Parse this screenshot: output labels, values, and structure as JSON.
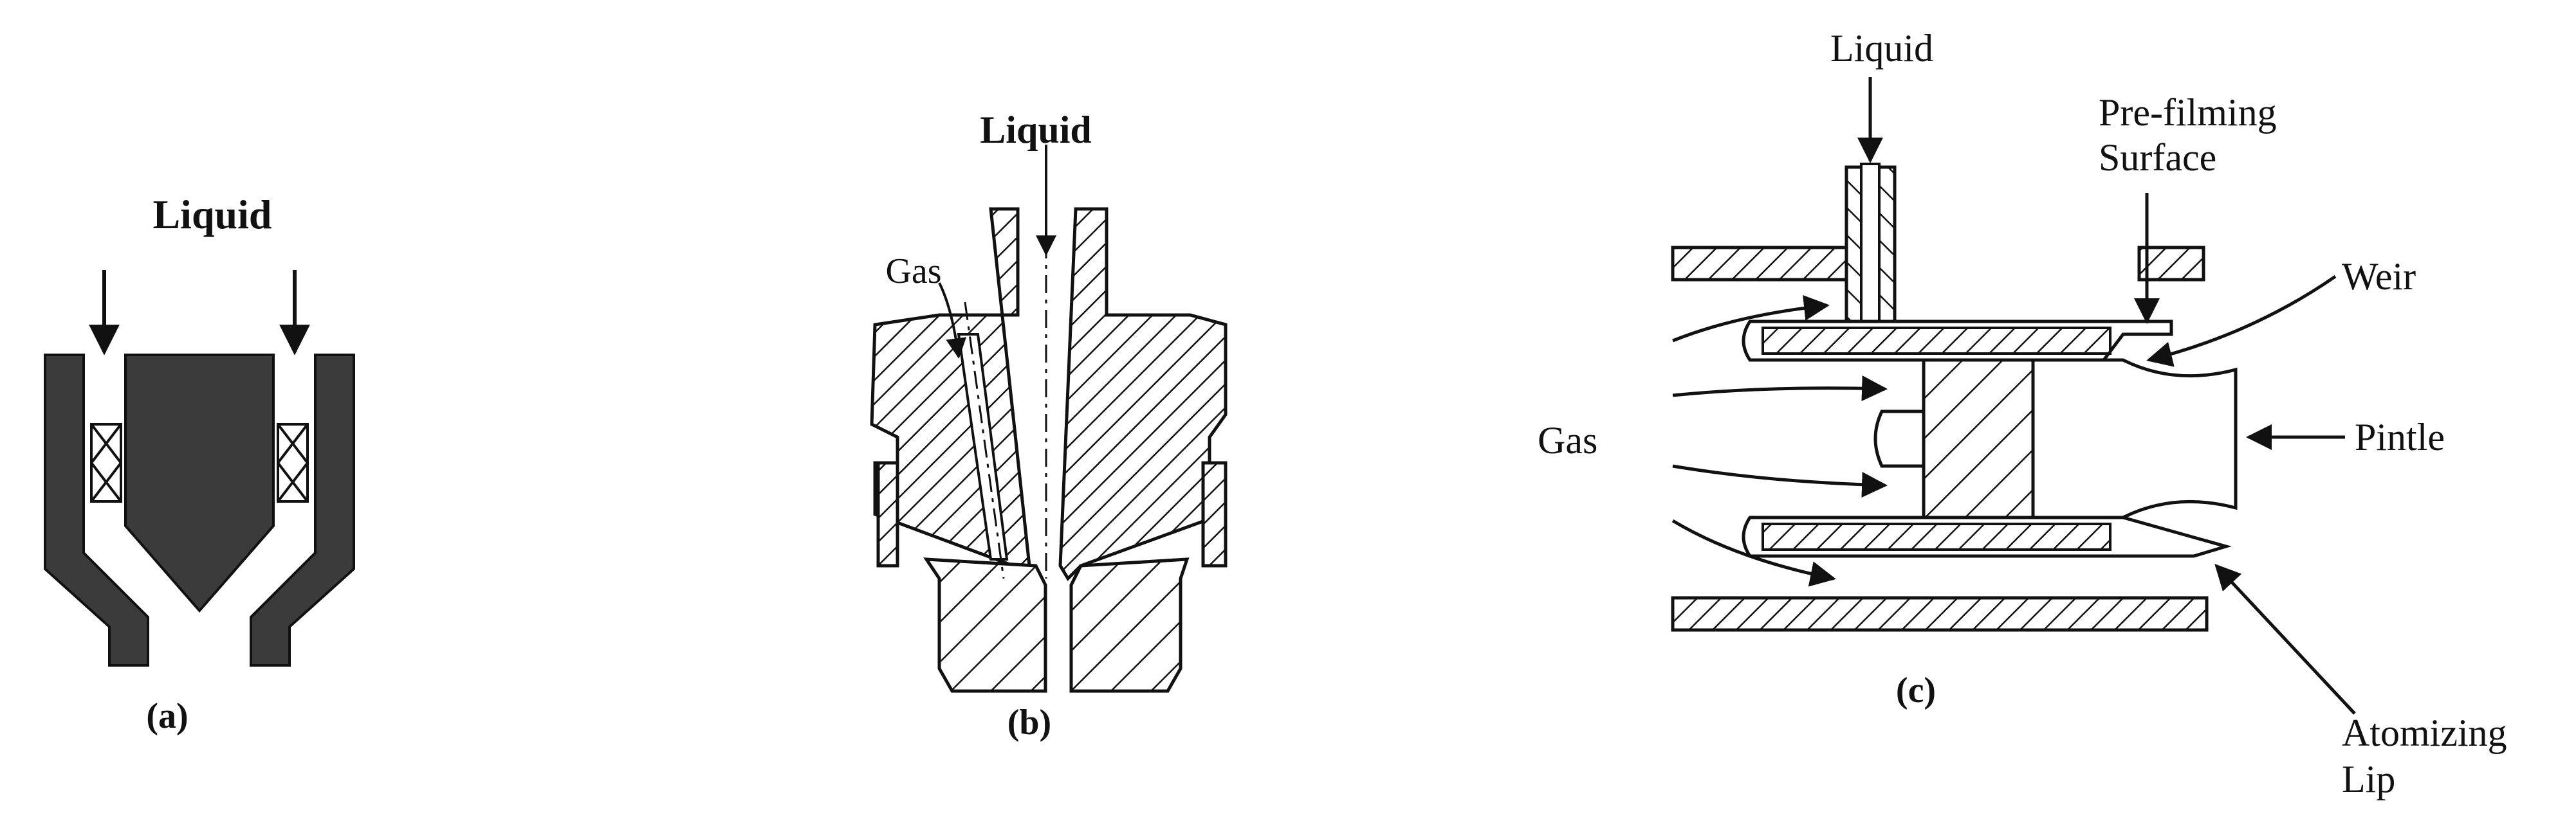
{
  "panel_a": {
    "liquid_label": "Liquid",
    "caption": "(a)"
  },
  "panel_b": {
    "liquid_label": "Liquid",
    "gas_label": "Gas",
    "caption": "(b)"
  },
  "panel_c": {
    "liquid_label": "Liquid",
    "prefilming_label_line1": "Pre-filming",
    "prefilming_label_line2": "Surface",
    "weir_label": "Weir",
    "gas_label": "Gas",
    "pintle_label": "Pintle",
    "atomizing_label_line1": "Atomizing",
    "atomizing_label_line2": "Lip",
    "caption": "(c)"
  }
}
